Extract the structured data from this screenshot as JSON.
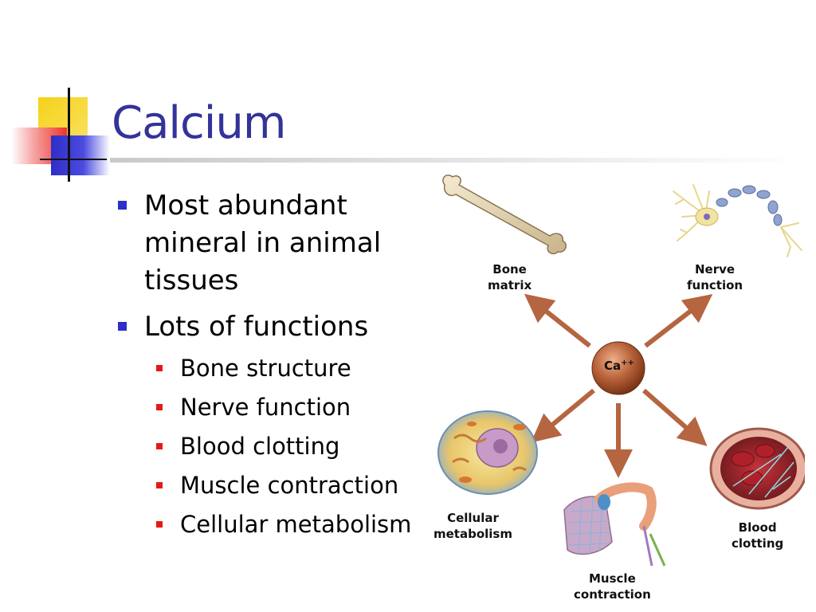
{
  "slide": {
    "title": "Calcium",
    "bullets": [
      {
        "lines": [
          "Most abundant",
          "mineral in animal",
          "tissues"
        ]
      },
      {
        "lines": [
          "Lots of functions"
        ]
      }
    ],
    "sub_bullets": [
      "Bone structure",
      "Nerve function",
      "Blood clotting",
      "Muscle contraction",
      "Cellular metabolism"
    ]
  },
  "diagram": {
    "center": "Ca",
    "center_superscript": "++",
    "labels": {
      "bone": "Bone\nmatrix",
      "nerve": "Nerve\nfunction",
      "cell": "Cellular\nmetabolism",
      "muscle": "Muscle\ncontraction",
      "blood": "Blood\nclotting"
    }
  },
  "colors": {
    "title": "#333399",
    "level1_bullet": "#2e2ec8",
    "level2_bullet": "#e81818",
    "arrow": "#b5653f",
    "center_node": "#a8532d"
  }
}
